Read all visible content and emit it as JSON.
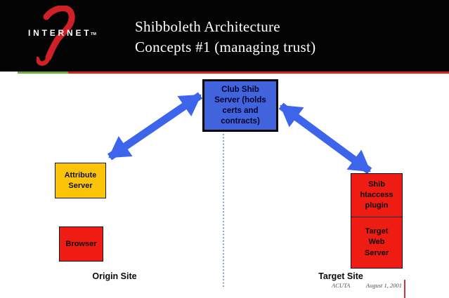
{
  "slide": {
    "title_lines": [
      "Shibboleth Architecture",
      "Concepts #1 (managing trust)"
    ]
  },
  "logo": {
    "brand": "INTERNET",
    "numeral": "2",
    "tm": "TM"
  },
  "diagram": {
    "club_shib": {
      "lines": [
        "Club Shib",
        "Server (holds",
        "certs and",
        "contracts)"
      ]
    },
    "attribute_server": {
      "lines": [
        "Attribute",
        "Server"
      ]
    },
    "browser": {
      "label": "Browser"
    },
    "shib_htaccess": {
      "lines": [
        "Shib",
        "htaccess",
        "plugin"
      ]
    },
    "target_web_server": {
      "lines": [
        "Target",
        "Web",
        "Server"
      ]
    },
    "origin_site_label": "Origin Site",
    "target_site_label": "Target Site"
  },
  "footer": {
    "conference": "ACUTA",
    "date": "August 1, 2001"
  },
  "colors": {
    "header_bg": "#040404",
    "accent_green": "#6fae3e",
    "accent_red": "#dd1f1f",
    "arrow_blue": "#3d65ec",
    "club_box_blue": "#4164dd",
    "attribute_box_yellow": "#fcc408",
    "red_box": "#ee1c12",
    "dotted_line_blue": "#4e7ca8",
    "logo_red": "#cf2027"
  }
}
